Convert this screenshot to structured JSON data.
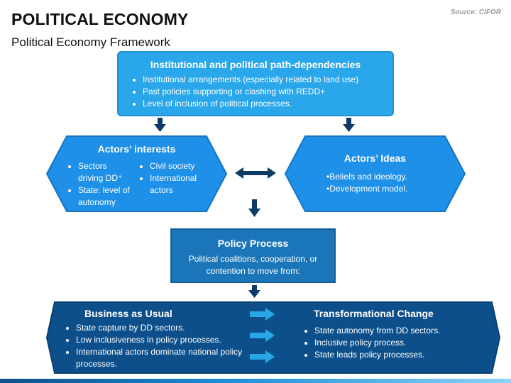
{
  "header": {
    "title": "POLITICAL ECONOMY",
    "subtitle": "Political Economy Framework",
    "source": "Source: CIFOR"
  },
  "top_box": {
    "heading": "Institutional and political path-dependencies",
    "bullets": [
      "Institutional arrangements (especially related to land use)",
      "Past policies supporting or clashing with REDD+",
      "Level of inclusion of political processes."
    ]
  },
  "interests": {
    "heading": "Actors’ interests",
    "col1": [
      "Sectors driving DD⁺",
      "State: level of autonomy"
    ],
    "col2": [
      "Civil society",
      "International actors"
    ]
  },
  "ideas": {
    "heading": "Actors’ Ideas",
    "lines": [
      "•Beliefs and ideology.",
      "•Development model."
    ]
  },
  "policy": {
    "heading": "Policy Process",
    "text": "Political coalitions, cooperation, or contention to move from:"
  },
  "bau": {
    "heading": "Business as Usual",
    "bullets": [
      "State capture by DD sectors.",
      "Low inclusiveness in policy processes.",
      "International actors dominate national policy processes."
    ]
  },
  "transform": {
    "heading": "Transformational Change",
    "bullets": [
      "State autonomy from DD sectors.",
      "Inclusive policy process.",
      "State leads policy processes."
    ]
  },
  "colors": {
    "top_fill": "#2aa7ea",
    "hex_fill": "#1e90e8",
    "policy_fill": "#1a76b8",
    "bottom_fill": "#0d4f8a",
    "arrow_dark": "#0c3b66",
    "arrow_light": "#27a7e6"
  }
}
